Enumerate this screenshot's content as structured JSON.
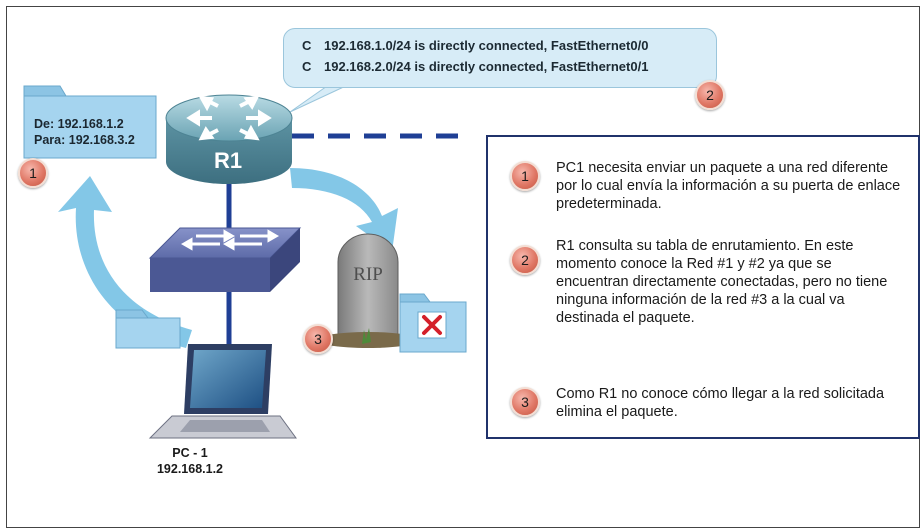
{
  "callout": {
    "lines": [
      {
        "code": "C",
        "text": "192.168.1.0/24 is directly connected, FastEthernet0/0"
      },
      {
        "code": "C",
        "text": "192.168.2.0/24 is directly connected, FastEthernet0/1"
      }
    ],
    "badge": "2"
  },
  "packet": {
    "from": "De: 192.168.1.2",
    "to": "Para: 192.168.3.2",
    "badge": "1"
  },
  "router": {
    "label": "R1"
  },
  "pc": {
    "name": "PC - 1",
    "ip": "192.168.1.2"
  },
  "tombstone": {
    "text": "RIP",
    "badge": "3"
  },
  "legend": {
    "items": [
      {
        "number": "1",
        "text": "PC1 necesita enviar un paquete a una red diferente por lo cual envía la información a su puerta de enlace predeterminada."
      },
      {
        "number": "2",
        "text": "R1 consulta su tabla de enrutamiento. En este momento conoce la Red #1 y #2 ya que se encuentran directamente conectadas, pero no tiene ninguna información de la red #3 a la cual va destinada el paquete."
      },
      {
        "number": "3",
        "text": "Como R1 no conoce cómo llegar a la red solicitada elimina el paquete."
      }
    ]
  },
  "colors": {
    "router": "#5f98a8",
    "switch": "#5d6ba8",
    "arrow": "#7cc4e6",
    "link": "#1f3f95",
    "badge": "#e07866",
    "folder": "#a5d4ef"
  }
}
